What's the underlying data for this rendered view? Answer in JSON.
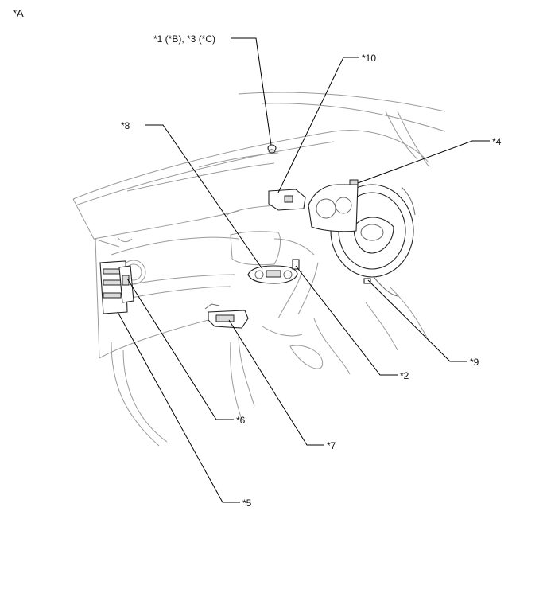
{
  "title": "*A",
  "callouts": {
    "c1": "*1 (*B), *3 (*C)",
    "c10": "*10",
    "c8": "*8",
    "c4": "*4",
    "c2": "*2",
    "c9": "*9",
    "c6": "*6",
    "c7": "*7",
    "c5": "*5"
  },
  "colors": {
    "outline": "#9a9a9a",
    "component": "#222222",
    "leader": "#000000",
    "background": "#ffffff"
  }
}
